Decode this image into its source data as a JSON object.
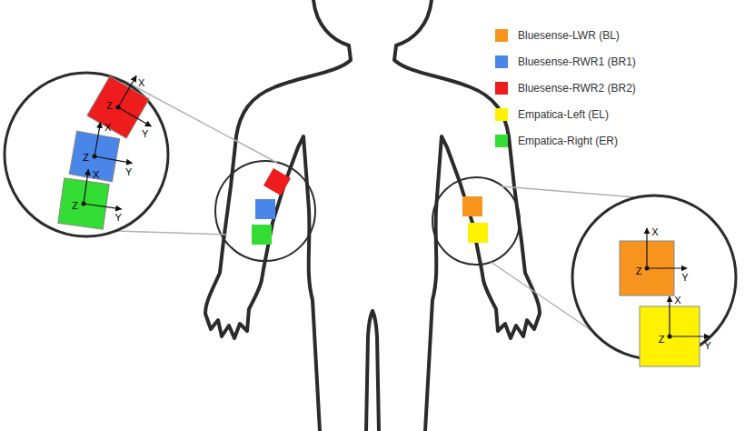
{
  "diagram": {
    "labels": [
      "X",
      "Y",
      "Z",
      "X",
      "Y",
      "Z",
      "X",
      "Y",
      "Z",
      "X",
      "Y",
      "Z",
      "X",
      "Y",
      "Z"
    ],
    "legend": [
      {
        "text": "Bluesense-LWR (BL)",
        "color": "#f7941d"
      },
      {
        "text": "Bluesense-RWR1 (BR1)",
        "color": "#4a86e8"
      },
      {
        "text": "Bluesense-RWR2 (BR2)",
        "color": "#ee1c1c"
      },
      {
        "text": "Empatica-Left (EL)",
        "color": "#fff200"
      },
      {
        "text": "Empatica-Right (ER)",
        "color": "#33dd33"
      }
    ]
  }
}
